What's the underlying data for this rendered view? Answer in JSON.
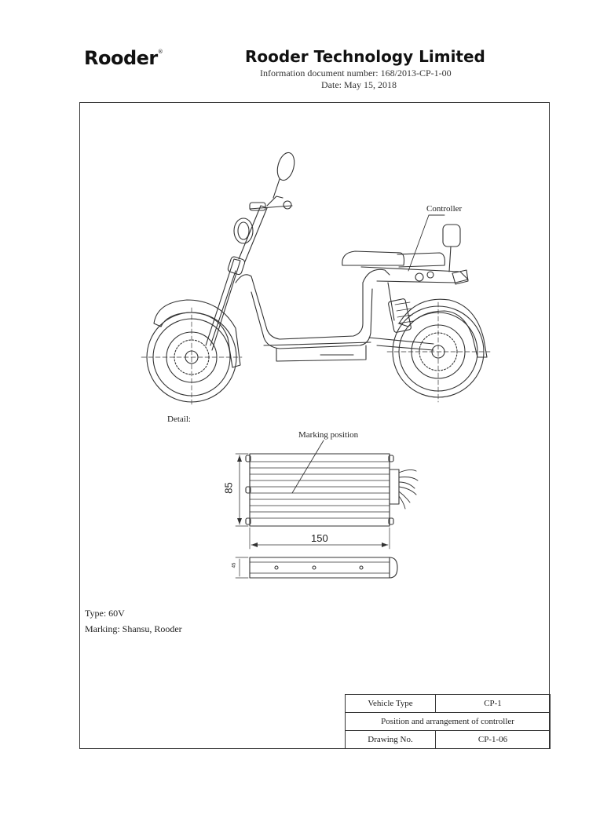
{
  "header": {
    "logo_text": "Rooder",
    "logo_mark": "®",
    "company": "Rooder Technology Limited",
    "doc_number": "Information document number: 168/2013-CP-1-00",
    "date": "Date: May 15, 2018"
  },
  "drawing": {
    "controller_label": "Controller",
    "detail_label": "Detail:",
    "marking_position_label": "Marking position",
    "dim_height": "85",
    "dim_width": "150",
    "dim_thickness": "45"
  },
  "specs": {
    "type": "Type: 60V",
    "marking": "Marking: Shansu, Rooder"
  },
  "title_block": {
    "vehicle_type_label": "Vehicle Type",
    "vehicle_type_value": "CP-1",
    "description": "Position and arrangement of controller",
    "drawing_no_label": "Drawing No.",
    "drawing_no_value": "CP-1-06"
  }
}
